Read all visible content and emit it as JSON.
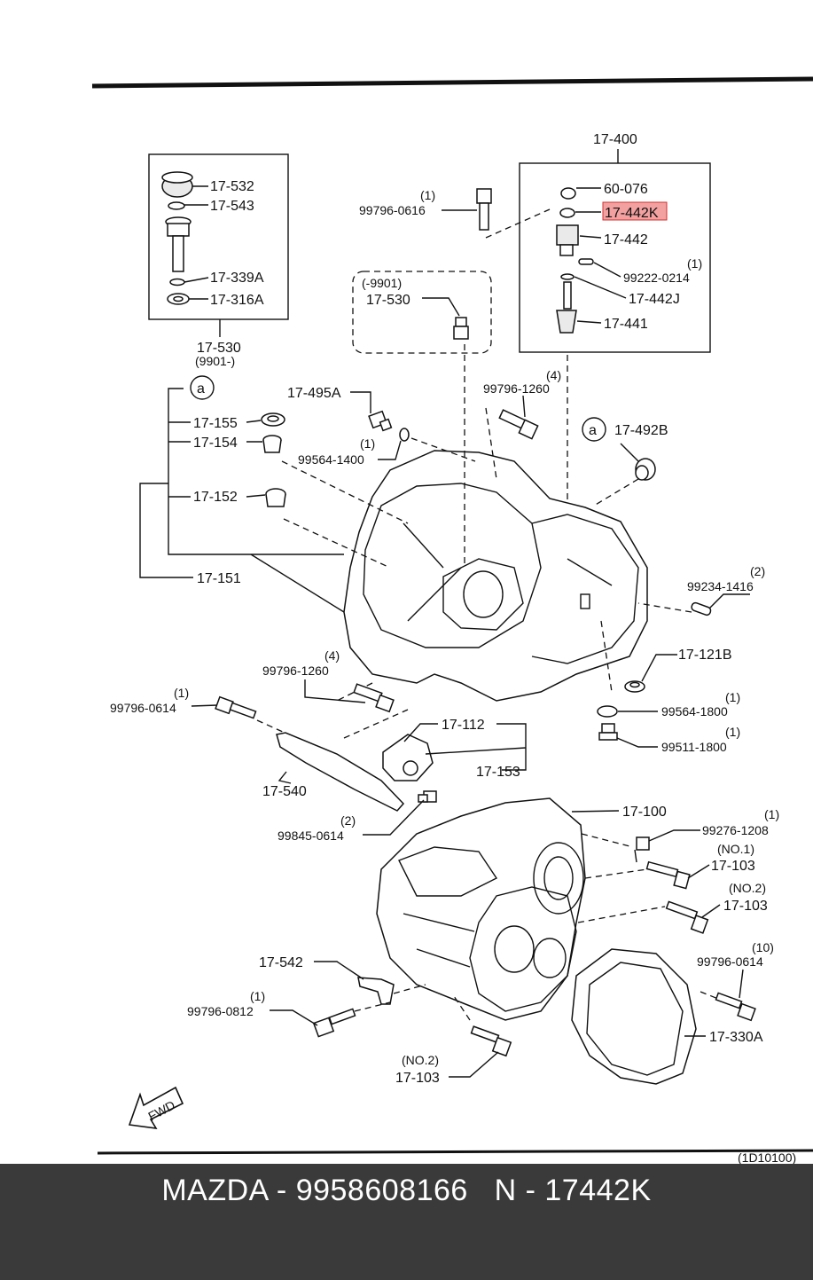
{
  "labels": {
    "l_17_400": "17-400",
    "l_60_076": "60-076",
    "l_17_442K": "17-442K",
    "l_17_442": "17-442",
    "l_99222_cnt": "(1)",
    "l_99222": "99222-0214",
    "l_17_442J": "17-442J",
    "l_17_441": "17-441",
    "l_17_532": "17-532",
    "l_17_543": "17-543",
    "l_17_339A": "17-339A",
    "l_17_316A": "17-316A",
    "l_17_530a": "17-530",
    "l_9901a": "(9901-)",
    "l_99796_0616_cnt": "(1)",
    "l_99796_0616": "99796-0616",
    "l_9901b": "(-9901)",
    "l_17_530b": "17-530",
    "l_circle_a1": "a",
    "l_17_495A": "17-495A",
    "l_99796_1260a_cnt": "(4)",
    "l_99796_1260a": "99796-1260",
    "l_17_155": "17-155",
    "l_17_154": "17-154",
    "l_99564_1400_cnt": "(1)",
    "l_99564_1400": "99564-1400",
    "l_circle_a2": "a",
    "l_17_492B": "17-492B",
    "l_17_152": "17-152",
    "l_17_151": "17-151",
    "l_99234_cnt": "(2)",
    "l_99234": "99234-1416",
    "l_99796_1260b_cnt": "(4)",
    "l_99796_1260b": "99796-1260",
    "l_17_121B": "17-121B",
    "l_99796_0614a_cnt": "(1)",
    "l_99796_0614a": "99796-0614",
    "l_99564_1800_cnt": "(1)",
    "l_99564_1800": "99564-1800",
    "l_99511_cnt": "(1)",
    "l_99511": "99511-1800",
    "l_17_112": "17-112",
    "l_17_153": "17-153",
    "l_17_540": "17-540",
    "l_99845_cnt": "(2)",
    "l_99845": "99845-0614",
    "l_17_100": "17-100",
    "l_99276_cnt": "(1)",
    "l_99276": "99276-1208",
    "l_no1": "(NO.1)",
    "l_17_103a": "17-103",
    "l_no2a": "(NO.2)",
    "l_17_103b": "17-103",
    "l_17_542": "17-542",
    "l_99796_0614b_cnt": "(10)",
    "l_99796_0614b": "99796-0614",
    "l_99796_0812_cnt": "(1)",
    "l_99796_0812": "99796-0812",
    "l_17_330A": "17-330A",
    "l_no2b": "(NO.2)",
    "l_17_103c": "17-103",
    "l_fwd": "FWD",
    "l_code": "(1D10100)"
  },
  "highlight_color": "#f2a0a0",
  "highlight_border": "#d33030",
  "footer": {
    "text": "MAZDA - 9958608166   N - 17442K",
    "background": "#3a3a3a",
    "color": "#ffffff"
  }
}
